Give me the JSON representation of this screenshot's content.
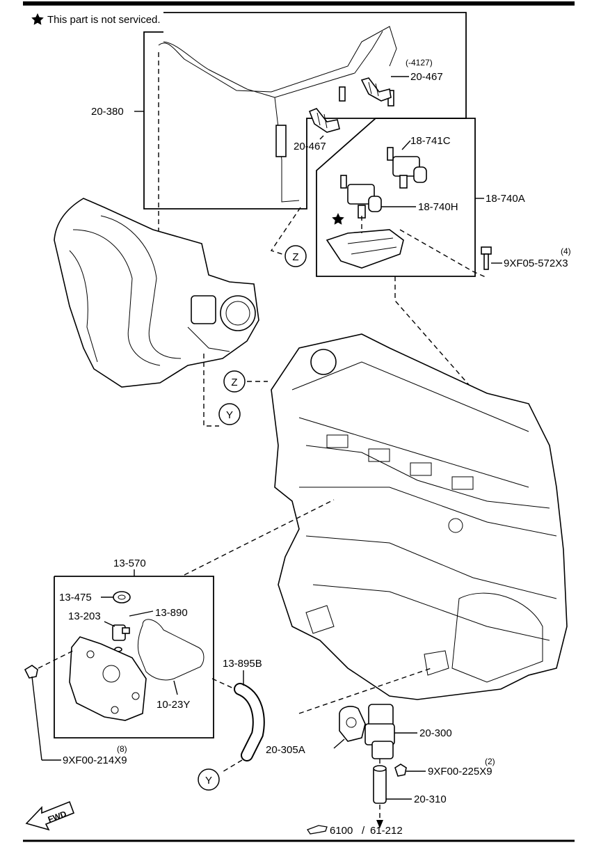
{
  "note": {
    "text": "This part is not serviced."
  },
  "labels": {
    "p20_380": "20-380",
    "p4127": "(-4127)",
    "p20_467a": "20-467",
    "p20_467b": "20-467",
    "p18_741C": "18-741C",
    "p18_740A": "18-740A",
    "p18_740H": "18-740H",
    "qty4": "(4)",
    "bolt_9XF05": "9XF05-572X3",
    "p13_570": "13-570",
    "p13_475": "13-475",
    "p13_203": "13-203",
    "p13_890": "13-890",
    "p13_895B": "13-895B",
    "p10_23Y": "10-23Y",
    "qty8": "(8)",
    "bolt_9XF00_214": "9XF00-214X9",
    "p20_305A": "20-305A",
    "p20_300": "20-300",
    "qty2": "(2)",
    "bolt_9XF00_225": "9XF00-225X9",
    "p20_310": "20-310",
    "ref_main": "6100",
    "ref_sub": "61-212",
    "fwd": "FWD",
    "marker_z1": "Z",
    "marker_z2": "Z",
    "marker_y1": "Y",
    "marker_y2": "Y"
  },
  "icons": {
    "star": "star-icon",
    "reference": "reference-hand-icon",
    "fwd_arrow": "forward-arrow-icon"
  }
}
